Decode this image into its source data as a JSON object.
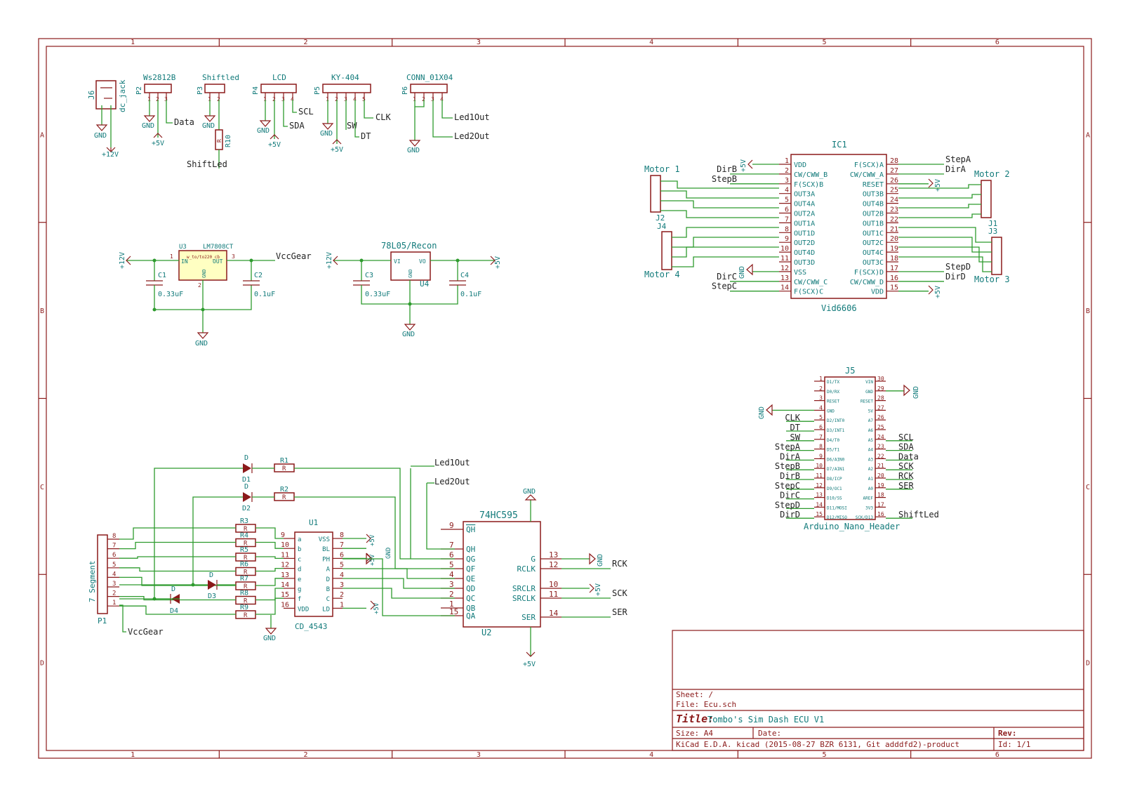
{
  "frame": {
    "columns": [
      "1",
      "2",
      "3",
      "4",
      "5",
      "6"
    ],
    "rows": [
      "A",
      "B",
      "C",
      "D"
    ]
  },
  "title_block": {
    "sheet": "Sheet: /",
    "file": "File: Ecu.sch",
    "title_label": "Title:",
    "title": "Tombo's Sim Dash ECU V1",
    "size": "Size: A4",
    "date": "Date:",
    "rev": "Rev:",
    "kicad": "KiCad E.D.A.  kicad (2015-08-27 BZR 6131, Git adddfd2)-product",
    "id": "Id: 1/1"
  },
  "power": {
    "gnd": "GND",
    "p5v": "+5V",
    "p12v": "+12V",
    "vccgear": "VccGear"
  },
  "connectors": {
    "j6": {
      "ref": "J6",
      "value": "dc_jack"
    },
    "p2": {
      "ref": "P2",
      "value": "Ws2812B",
      "net": "Data"
    },
    "p3": {
      "ref": "P3",
      "value": "Shiftled",
      "net": "ShiftLed",
      "r": "R10",
      "rv": "R"
    },
    "p4": {
      "ref": "P4",
      "value": "LCD",
      "net1": "SCL",
      "net2": "SDA"
    },
    "p5": {
      "ref": "P5",
      "value": "KY-404",
      "net1": "CLK",
      "net2": "SW",
      "net3": "DT"
    },
    "p6": {
      "ref": "P6",
      "value": "CONN_01X04",
      "net1": "Led1Out",
      "net2": "Led2Out"
    }
  },
  "regulators": {
    "u3": {
      "ref": "U3",
      "value": "LM7808CT",
      "pkg": "w_to/to220_cb",
      "in": "IN",
      "gnd": "GND",
      "out": "OUT",
      "c1": "C1",
      "c1v": "0.33uF",
      "c2": "C2",
      "c2v": "0.1uF"
    },
    "u4": {
      "ref": "U4",
      "value": "78L05/Recon",
      "vi": "VI",
      "gnd": "GND",
      "vo": "VO",
      "c3": "C3",
      "c3v": "0.33uF",
      "c4": "C4",
      "c4v": "0.1uF"
    }
  },
  "ic1": {
    "ref": "IC1",
    "value": "Vid6606",
    "left_pins": [
      {
        "num": "1",
        "name": "VDD",
        "net": ""
      },
      {
        "num": "2",
        "name": "CW/CWW_B",
        "net": "DirB"
      },
      {
        "num": "3",
        "name": "F(SCX)B",
        "net": "StepB"
      },
      {
        "num": "4",
        "name": "OUT3A",
        "net": ""
      },
      {
        "num": "5",
        "name": "OUT4A",
        "net": ""
      },
      {
        "num": "6",
        "name": "OUT2A",
        "net": ""
      },
      {
        "num": "7",
        "name": "OUT1A",
        "net": ""
      },
      {
        "num": "8",
        "name": "OUT1D",
        "net": ""
      },
      {
        "num": "9",
        "name": "OUT2D",
        "net": ""
      },
      {
        "num": "10",
        "name": "OUT4D",
        "net": ""
      },
      {
        "num": "11",
        "name": "OUT3D",
        "net": ""
      },
      {
        "num": "12",
        "name": "VSS",
        "net": ""
      },
      {
        "num": "13",
        "name": "CW/CWW_C",
        "net": "DirC"
      },
      {
        "num": "14",
        "name": "F(SCX)C",
        "net": "StepC"
      }
    ],
    "right_pins": [
      {
        "num": "28",
        "name": "F(SCX)A",
        "net": "StepA"
      },
      {
        "num": "27",
        "name": "CW/CWW_A",
        "net": "DirA"
      },
      {
        "num": "26",
        "name": "RESET",
        "net": ""
      },
      {
        "num": "25",
        "name": "OUT3B",
        "net": ""
      },
      {
        "num": "24",
        "name": "OUT4B",
        "net": ""
      },
      {
        "num": "23",
        "name": "OUT2B",
        "net": ""
      },
      {
        "num": "22",
        "name": "OUT1B",
        "net": ""
      },
      {
        "num": "21",
        "name": "OUT1C",
        "net": ""
      },
      {
        "num": "20",
        "name": "OUT2C",
        "net": ""
      },
      {
        "num": "19",
        "name": "OUT4C",
        "net": ""
      },
      {
        "num": "18",
        "name": "OUT3C",
        "net": ""
      },
      {
        "num": "17",
        "name": "F(SCX)D",
        "net": "StepD"
      },
      {
        "num": "16",
        "name": "CW/CWW_D",
        "net": "DirD"
      },
      {
        "num": "15",
        "name": "VDD",
        "net": ""
      }
    ],
    "motor1": "Motor 1",
    "j2": "J2",
    "motor2": "Motor 2",
    "j1": "J1",
    "motor3": "Motor 3",
    "j3": "J3",
    "motor4": "Motor 4",
    "j4": "J4"
  },
  "j5": {
    "ref": "J5",
    "value": "Arduino_Nano_Header",
    "left_pins": [
      {
        "num": "1",
        "name": "D1/TX",
        "net": ""
      },
      {
        "num": "2",
        "name": "D0/RX",
        "net": ""
      },
      {
        "num": "3",
        "name": "RESET",
        "net": ""
      },
      {
        "num": "4",
        "name": "GND",
        "net": ""
      },
      {
        "num": "5",
        "name": "D2/INT0",
        "net": "CLK"
      },
      {
        "num": "6",
        "name": "D3/INT1",
        "net": "DT"
      },
      {
        "num": "7",
        "name": "D4/T0",
        "net": "SW"
      },
      {
        "num": "8",
        "name": "D5/T1",
        "net": "StepA"
      },
      {
        "num": "9",
        "name": "D6/AIN0",
        "net": "DirA"
      },
      {
        "num": "10",
        "name": "D7/AIN1",
        "net": "StepB"
      },
      {
        "num": "11",
        "name": "D8/ICP",
        "net": "DirB"
      },
      {
        "num": "12",
        "name": "D9/OC1",
        "net": "StepC"
      },
      {
        "num": "13",
        "name": "D10/SS",
        "net": "DirC"
      },
      {
        "num": "14",
        "name": "D11/MOSI",
        "net": "StepD"
      },
      {
        "num": "15",
        "name": "D12/MISO",
        "net": "DirD"
      }
    ],
    "right_pins": [
      {
        "num": "30",
        "name": "VIN",
        "net": ""
      },
      {
        "num": "29",
        "name": "GND",
        "net": ""
      },
      {
        "num": "28",
        "name": "RESET",
        "net": ""
      },
      {
        "num": "27",
        "name": "5V",
        "net": ""
      },
      {
        "num": "26",
        "name": "A7",
        "net": ""
      },
      {
        "num": "25",
        "name": "A6",
        "net": ""
      },
      {
        "num": "24",
        "name": "A5",
        "net": "SCL"
      },
      {
        "num": "23",
        "name": "A4",
        "net": "SDA"
      },
      {
        "num": "22",
        "name": "A3",
        "net": "Data"
      },
      {
        "num": "21",
        "name": "A2",
        "net": "SCK"
      },
      {
        "num": "20",
        "name": "A1",
        "net": "RCK"
      },
      {
        "num": "19",
        "name": "A0",
        "net": "SER"
      },
      {
        "num": "18",
        "name": "AREF",
        "net": ""
      },
      {
        "num": "17",
        "name": "3V3",
        "net": ""
      },
      {
        "num": "16",
        "name": "SCK/D13",
        "net": "ShiftLed"
      }
    ]
  },
  "seg": {
    "p1_ref": "P1",
    "p1_value": "7 Segment",
    "p1_pins": [
      "8",
      "7",
      "6",
      "5",
      "4",
      "3",
      "2",
      "1"
    ],
    "resistors": [
      "R3",
      "R4",
      "R5",
      "R6",
      "R7",
      "R8",
      "R9"
    ],
    "r_value": "R",
    "r1": "R1",
    "r2": "R2",
    "diode_value": "D",
    "d1": "D1",
    "d2": "D2",
    "d3": "D3",
    "d4": "D4",
    "led1": "Led1Out",
    "led2": "Led2Out",
    "u1": {
      "ref": "U1",
      "value": "CD_4543",
      "left": [
        {
          "num": "9",
          "name": "a"
        },
        {
          "num": "10",
          "name": "b"
        },
        {
          "num": "11",
          "name": "c"
        },
        {
          "num": "12",
          "name": "d"
        },
        {
          "num": "13",
          "name": "e"
        },
        {
          "num": "14",
          "name": "g"
        },
        {
          "num": "15",
          "name": "f"
        },
        {
          "num": "16",
          "name": "VDD"
        }
      ],
      "right": [
        {
          "num": "8",
          "name": "VSS"
        },
        {
          "num": "7",
          "name": "BL"
        },
        {
          "num": "6",
          "name": "PH"
        },
        {
          "num": "5",
          "name": "A"
        },
        {
          "num": "4",
          "name": "D"
        },
        {
          "num": "3",
          "name": "B"
        },
        {
          "num": "2",
          "name": "C"
        },
        {
          "num": "1",
          "name": "LD"
        }
      ]
    },
    "u2": {
      "ref": "U2",
      "value": "74HC595",
      "left": [
        {
          "num": "9",
          "name": "QH"
        },
        {
          "num": "7",
          "name": "QH"
        },
        {
          "num": "6",
          "name": "QG"
        },
        {
          "num": "5",
          "name": "QF"
        },
        {
          "num": "4",
          "name": "QE"
        },
        {
          "num": "3",
          "name": "QD"
        },
        {
          "num": "2",
          "name": "QC"
        },
        {
          "num": "1",
          "name": "QB"
        },
        {
          "num": "15",
          "name": "QA"
        }
      ],
      "right": [
        {
          "num": "13",
          "name": "G",
          "net": ""
        },
        {
          "num": "12",
          "name": "RCLK",
          "net": "RCK"
        },
        {
          "num": "10",
          "name": "SRCLR",
          "net": ""
        },
        {
          "num": "11",
          "name": "SRCLK",
          "net": "SCK"
        },
        {
          "num": "14",
          "name": "SER",
          "net": "SER"
        }
      ]
    }
  }
}
